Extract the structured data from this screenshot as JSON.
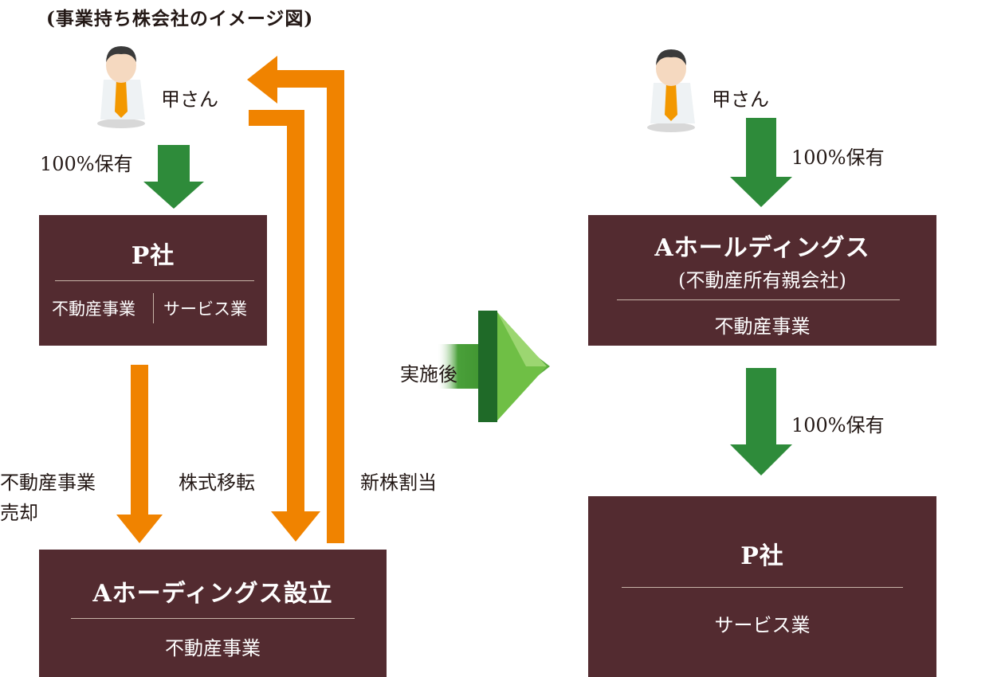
{
  "title": "(事業持ち株会社のイメージ図)",
  "colors": {
    "box": "#532b30",
    "green_arrow": "#2e8b3a",
    "orange_arrow": "#f08300",
    "text": "#231815"
  },
  "before": {
    "person_label": "甲さん",
    "ownership_label": "100%保有",
    "p_company": {
      "name": "P社",
      "businesses": [
        "不動産事業",
        "サービス業"
      ]
    },
    "flows": {
      "sale_label_line1": "不動産事業",
      "sale_label_line2": "売却",
      "share_transfer_label": "株式移転",
      "new_shares_label": "新株割当"
    },
    "holding_company": {
      "name": "Aホーディングス設立",
      "business": "不動産事業"
    }
  },
  "transition": {
    "label": "実施後"
  },
  "after": {
    "person_label": "甲さん",
    "ownership_label_top": "100%保有",
    "holding_company": {
      "name": "Aホールディングス",
      "subtitle": "(不動産所有親会社)",
      "business": "不動産事業"
    },
    "ownership_label_bottom": "100%保有",
    "p_company": {
      "name": "P社",
      "business": "サービス業"
    }
  }
}
